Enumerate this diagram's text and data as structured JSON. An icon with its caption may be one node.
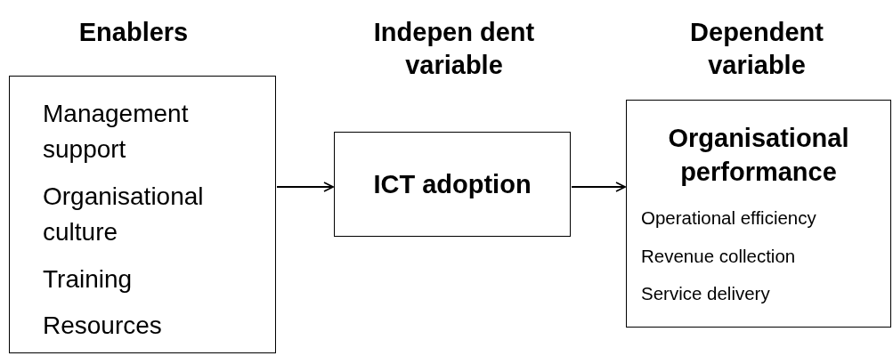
{
  "diagram": {
    "nodes": [
      {
        "text": [
          "Enablers",
          "Management support",
          "Organisational culture",
          "Training",
          "Resources"
        ]
      },
      {
        "text": [
          "Indepen dent variable",
          "ICT adoption"
        ]
      },
      {
        "text": [
          "Dependent variable",
          "Organisational performance",
          "Operational efficiency",
          "Revenue collection",
          "Service delivery"
        ]
      }
    ],
    "edges": [
      {
        "from": 0,
        "to": 1,
        "arrow": "to"
      },
      {
        "from": 1,
        "to": 2,
        "arrow": "to"
      }
    ]
  }
}
